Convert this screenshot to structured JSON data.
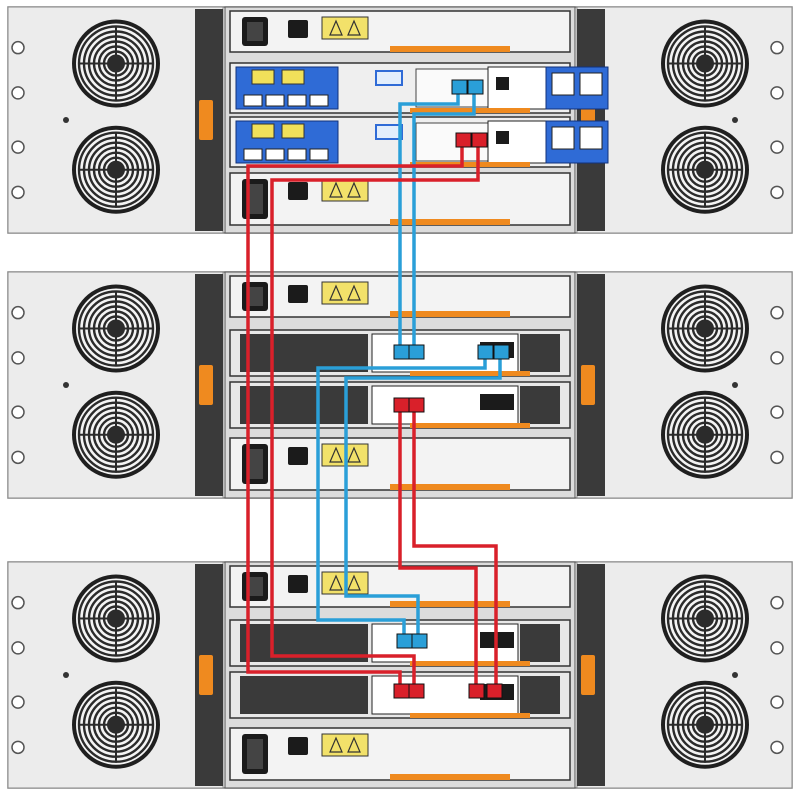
{
  "diagram": {
    "shelves": [
      {
        "id": "controller-shelf",
        "kind": "controller",
        "controllers": 2
      },
      {
        "id": "expansion-shelf-1",
        "kind": "expansion",
        "iom_modules": 2
      },
      {
        "id": "expansion-shelf-2",
        "kind": "expansion",
        "iom_modules": 2
      }
    ],
    "cables": [
      {
        "id": "blue-a",
        "color": "#2a9fd8",
        "from": "controller-a",
        "to": "expansion-1-iom-a"
      },
      {
        "id": "blue-b",
        "color": "#2a9fd8",
        "from": "expansion-1-iom-a",
        "to": "expansion-2-iom-a"
      },
      {
        "id": "red-a",
        "color": "#d9202a",
        "from": "controller-b",
        "to": "expansion-2-iom-b"
      },
      {
        "id": "red-b",
        "color": "#d9202a",
        "from": "expansion-1-iom-b",
        "to": "expansion-2-iom-b"
      }
    ],
    "colors": {
      "chassis": "#e9e9e9",
      "fan_dark": "#2b2b2b",
      "rail": "#3a3a3a",
      "controller_blue": "#2f6bd6",
      "handle_orange": "#ef8a1f",
      "blue_cable": "#2a9fd8",
      "red_cable": "#d9202a"
    }
  }
}
